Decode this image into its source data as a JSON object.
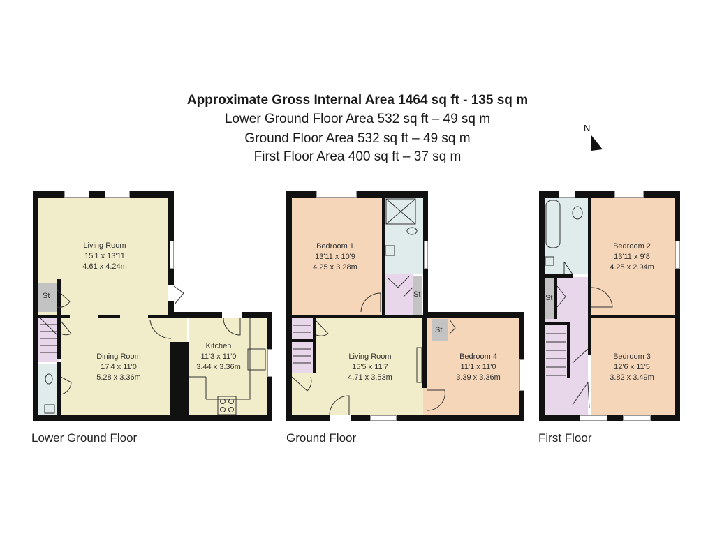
{
  "header": {
    "title": "Approximate Gross Internal Area 1464 sq ft - 135 sq m",
    "lines": [
      "Lower Ground Floor Area 532 sq ft – 49 sq m",
      "Ground Floor Area 532 sq ft – 49 sq m",
      "First Floor Area 400 sq ft – 37 sq m"
    ]
  },
  "compass": {
    "label": "N",
    "icon": "north-arrow-icon"
  },
  "colors": {
    "living": "#f1ecc9",
    "bedroom": "#f6d6b8",
    "hall": "#e8d6ea",
    "bathroom": "#e0ecec",
    "storage": "#c3c3c3",
    "wall": "#111111"
  },
  "floors": {
    "lower_ground": {
      "label": "Lower Ground Floor",
      "rooms": {
        "living": {
          "name": "Living Room",
          "imperial": "15'1 x 13'11",
          "metric": "4.61 x 4.24m"
        },
        "dining": {
          "name": "Dining Room",
          "imperial": "17'4 x 11'0",
          "metric": "5.28 x 3.36m"
        },
        "kitchen": {
          "name": "Kitchen",
          "imperial": "11'3 x 11'0",
          "metric": "3.44 x 3.36m"
        },
        "storage": {
          "name": "St"
        }
      }
    },
    "ground": {
      "label": "Ground Floor",
      "rooms": {
        "bedroom1": {
          "name": "Bedroom 1",
          "imperial": "13'11 x 10'9",
          "metric": "4.25 x 3.28m"
        },
        "living": {
          "name": "Living Room",
          "imperial": "15'5 x 11'7",
          "metric": "4.71 x 3.53m"
        },
        "bedroom4": {
          "name": "Bedroom 4",
          "imperial": "11'1 x 11'0",
          "metric": "3.39 x 3.36m"
        },
        "storage_a": {
          "name": "St"
        },
        "storage_b": {
          "name": "St"
        }
      }
    },
    "first": {
      "label": "First Floor",
      "rooms": {
        "bedroom2": {
          "name": "Bedroom 2",
          "imperial": "13'11 x 9'8",
          "metric": "4.25 x 2.94m"
        },
        "bedroom3": {
          "name": "Bedroom 3",
          "imperial": "12'6 x 11'5",
          "metric": "3.82 x 3.49m"
        },
        "storage": {
          "name": "St"
        }
      }
    }
  }
}
